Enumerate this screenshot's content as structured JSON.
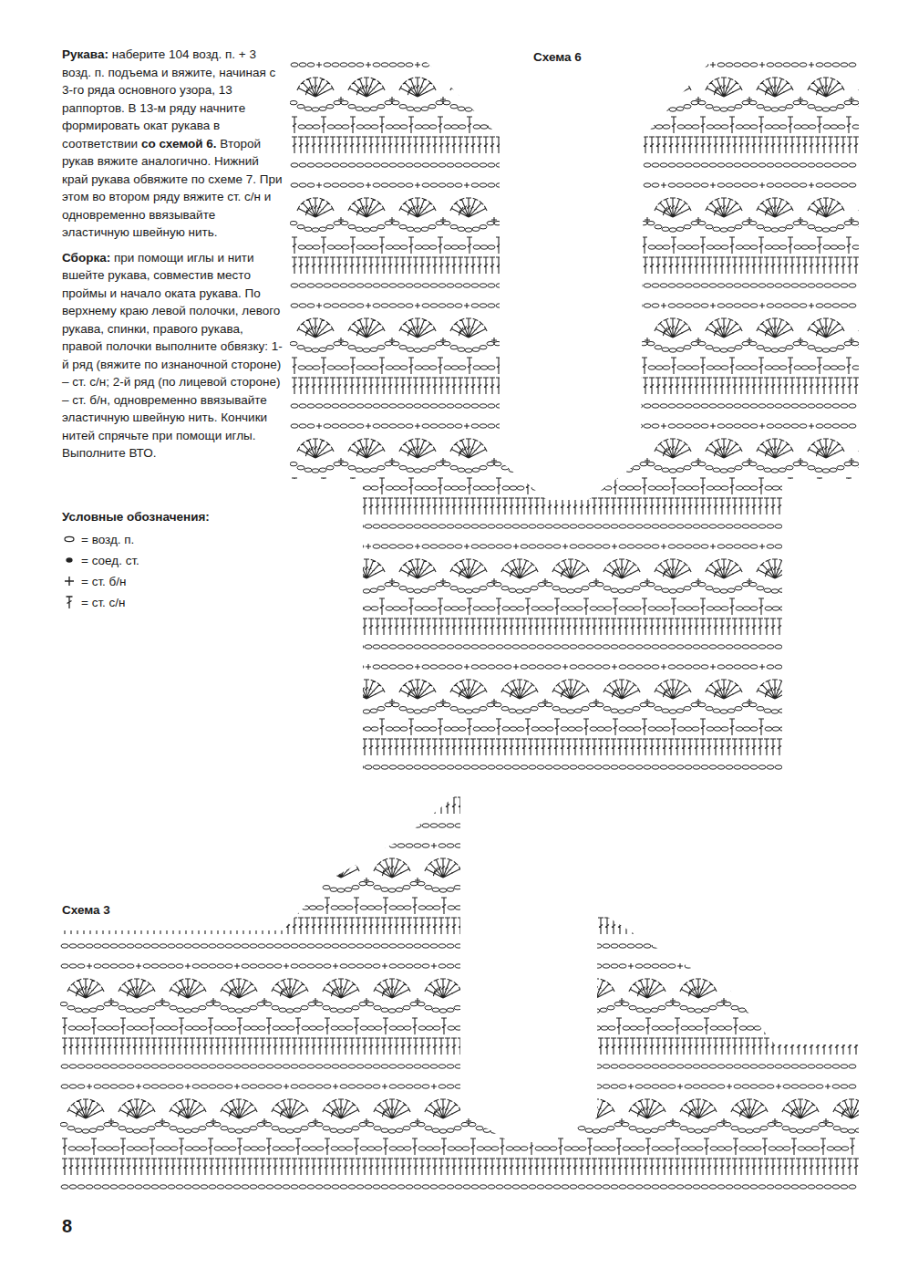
{
  "diagram": {
    "labels": [
      "Рукава:",
      "наберите 104 возд. п. + 3 возд. п. подъема и вяжите, начиная с 3-го ряда основного узора, 13 раппортов. В 13-м ряду начните формировать окат рукава в соответствии",
      "со схемой 6.",
      "Второй рукав вяжите аналогично. Нижний край рукава обвяжите по схеме 7. При этом во втором ряду вяжите ст. с/н и одновременно ввязывайте эластичную швейную нить.",
      "Сборка:",
      "при помощи иглы и нити вшейте рукава, совместив место проймы и начало оката рукава. По верхнему краю левой полочки, левого рукава, спинки, правого рукава, правой полочки выполните обвязку: 1-й ряд (вяжите по изнаночной стороне) – ст. с/н; 2-й ряд (по лицевой стороне) – ст. б/н, одновременно ввязывайте эластичную швейную нить. Кончики нитей спрячьте при помощи иглы. Выполните ВТО.",
      "Схема 6",
      "Схема 3",
      "Условные обозначения:",
      "8"
    ],
    "legend": [
      {
        "text": "= возд. п."
      },
      {
        "text": "= соед. ст."
      },
      {
        "text": "= ст. б/н"
      },
      {
        "text": "= ст. с/н"
      }
    ]
  }
}
